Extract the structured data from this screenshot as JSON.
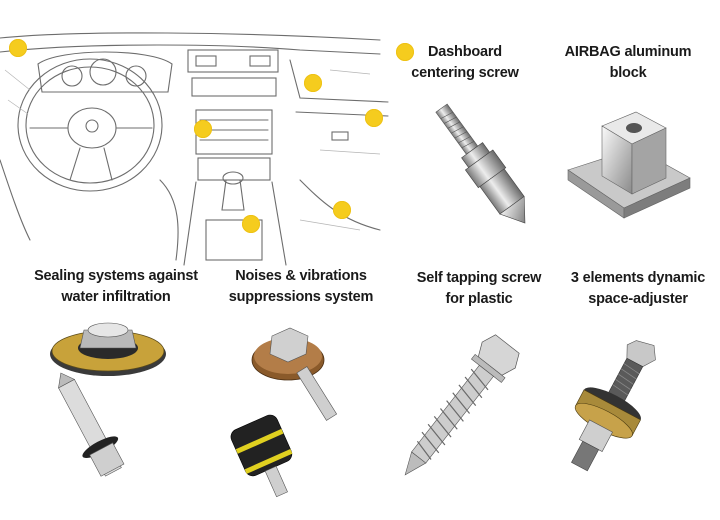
{
  "colors": {
    "hotspot": "#f5cc1e",
    "text": "#1a1a1a",
    "background": "#ffffff"
  },
  "dashboard": {
    "icon": "car-dashboard-sketch",
    "hotspot_count": 7
  },
  "products": [
    {
      "id": "dashboard-centering-screw",
      "line1": "Dashboard",
      "line2": "centering screw",
      "icon": "shoulder-screw"
    },
    {
      "id": "airbag-aluminum-block",
      "line1": "AIRBAG aluminum",
      "line2": "block",
      "icon": "aluminum-block"
    },
    {
      "id": "sealing-systems",
      "line1": "Sealing systems against",
      "line2": "water infiltration",
      "icon": "sealing-bolt"
    },
    {
      "id": "noise-vibration",
      "line1": "Noises & vibrations",
      "line2": "suppressions system",
      "icon": "damper-bolts"
    },
    {
      "id": "self-tapping-screw",
      "line1": "Self tapping screw",
      "line2": "for plastic",
      "icon": "self-tapping-screw"
    },
    {
      "id": "space-adjuster",
      "line1": "3 elements dynamic",
      "line2": "space-adjuster",
      "icon": "space-adjuster"
    }
  ]
}
